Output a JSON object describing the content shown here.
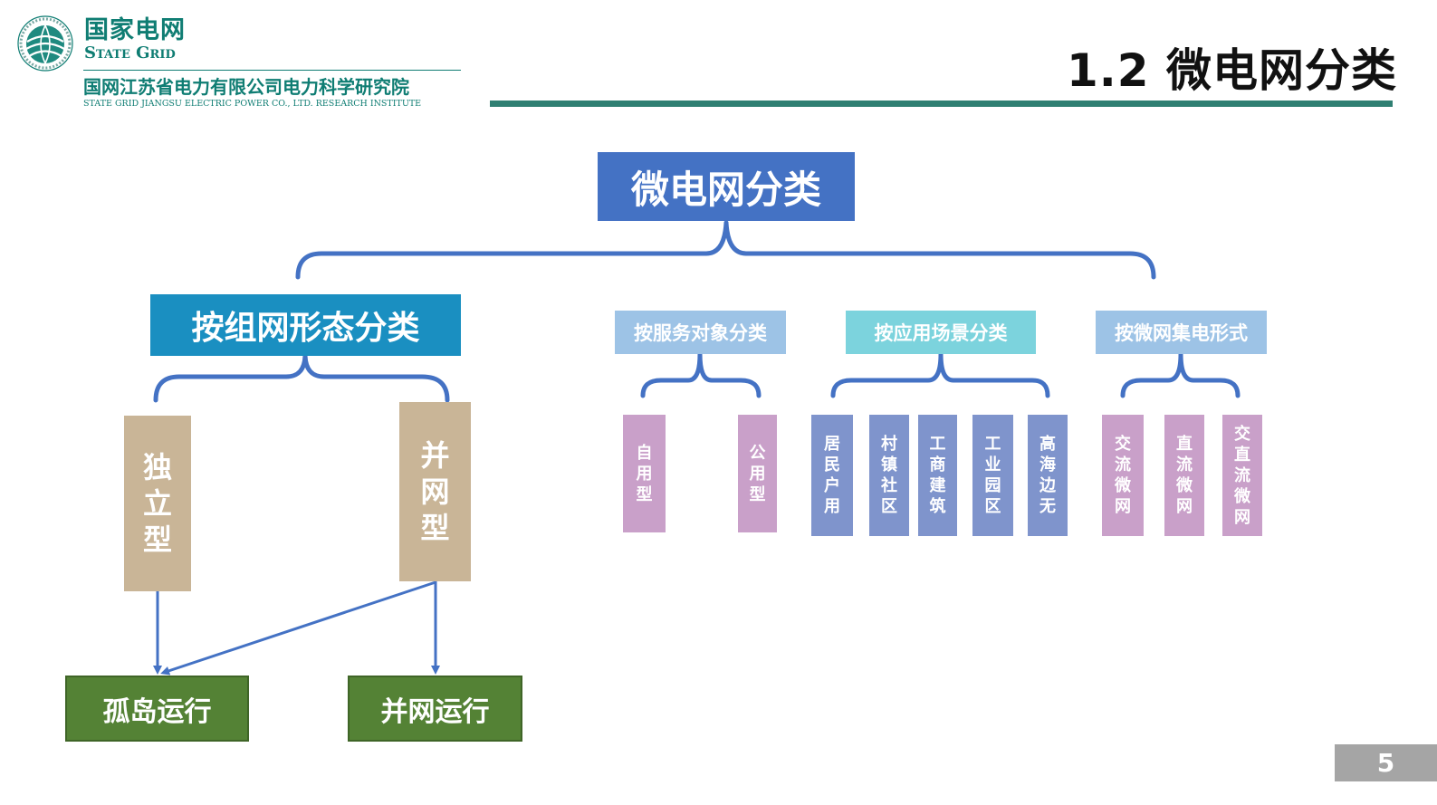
{
  "header": {
    "brand_cn": "国家电网",
    "brand_en": "State Grid",
    "org_cn": "国网江苏省电力有限公司电力科学研究院",
    "org_en": "STATE GRID JIANGSU ELECTRIC POWER CO., LTD. RESEARCH INSTITUTE",
    "page_title": "1.2 微电网分类"
  },
  "diagram": {
    "root": "微电网分类",
    "main_category": "按组网形态分类",
    "styles": [
      "独立型",
      "并网型"
    ],
    "operations": [
      "孤岛运行",
      "并网运行"
    ],
    "categories": [
      {
        "label": "按服务对象分类",
        "items": [
          "自用型",
          "公用型"
        ]
      },
      {
        "label": "按应用场景分类",
        "items": [
          "居民户用",
          "村镇社区",
          "工商建筑",
          "工业园区",
          "高海边无"
        ]
      },
      {
        "label": "按微网集电形式",
        "items": [
          "交流微网",
          "直流微网",
          "交直流微网"
        ]
      }
    ]
  },
  "footer": {
    "page_number": "5"
  },
  "colors": {
    "brand_green": "#0f7d73",
    "rule_green": "#2f7f72",
    "root_blue": "#4472c4",
    "connector_blue": "#4472c4",
    "main_cat_blue": "#1a8fc1",
    "tan": "#c9b597",
    "op_green": "#548235"
  }
}
